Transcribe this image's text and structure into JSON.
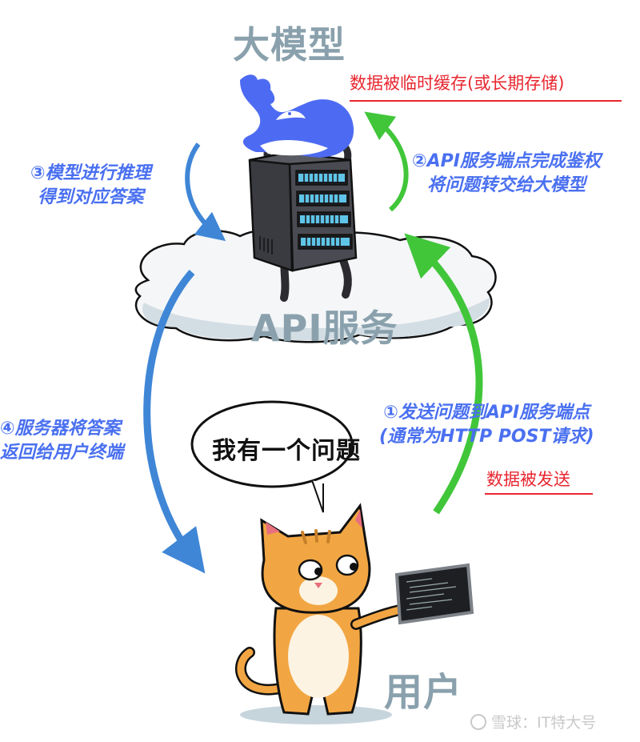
{
  "nodes": {
    "llm": {
      "label": "大模型"
    },
    "api": {
      "label": "API服务"
    },
    "user": {
      "label": "用户"
    }
  },
  "steps": [
    {
      "number": "③",
      "line1": "模型进行推理",
      "line2": "得到对应答案",
      "arrow_color": "#3f86d6"
    },
    {
      "number": "②",
      "line1": "API服务端点完成鉴权",
      "line2": "将问题转交给大模型",
      "arrow_color": "#41c63a"
    },
    {
      "number": "④",
      "line1": "服务器将答案",
      "line2": "返回给用户终端",
      "arrow_color": "#3f86d6"
    },
    {
      "number": "①",
      "line1": "发送问题到API服务端点",
      "line2": "(通常为HTTP POST请求)",
      "arrow_color": "#41c63a"
    }
  ],
  "notes": {
    "cache": "数据被临时缓存(或长期存储)",
    "sent": "数据被发送"
  },
  "speech_bubble": {
    "text": "我有一个问题"
  },
  "watermark": {
    "icon": "snowball-logo-icon",
    "text": "雪球：IT特大号"
  },
  "colors": {
    "label_gray": "#8aa1ad",
    "step_blue": "#4a70f0",
    "note_red": "#e8262f",
    "whale_blue": "#4d6bf2",
    "server_gray": "#4a4b52",
    "led_cyan": "#5fc4e8",
    "cat_orange": "#f2a643"
  }
}
